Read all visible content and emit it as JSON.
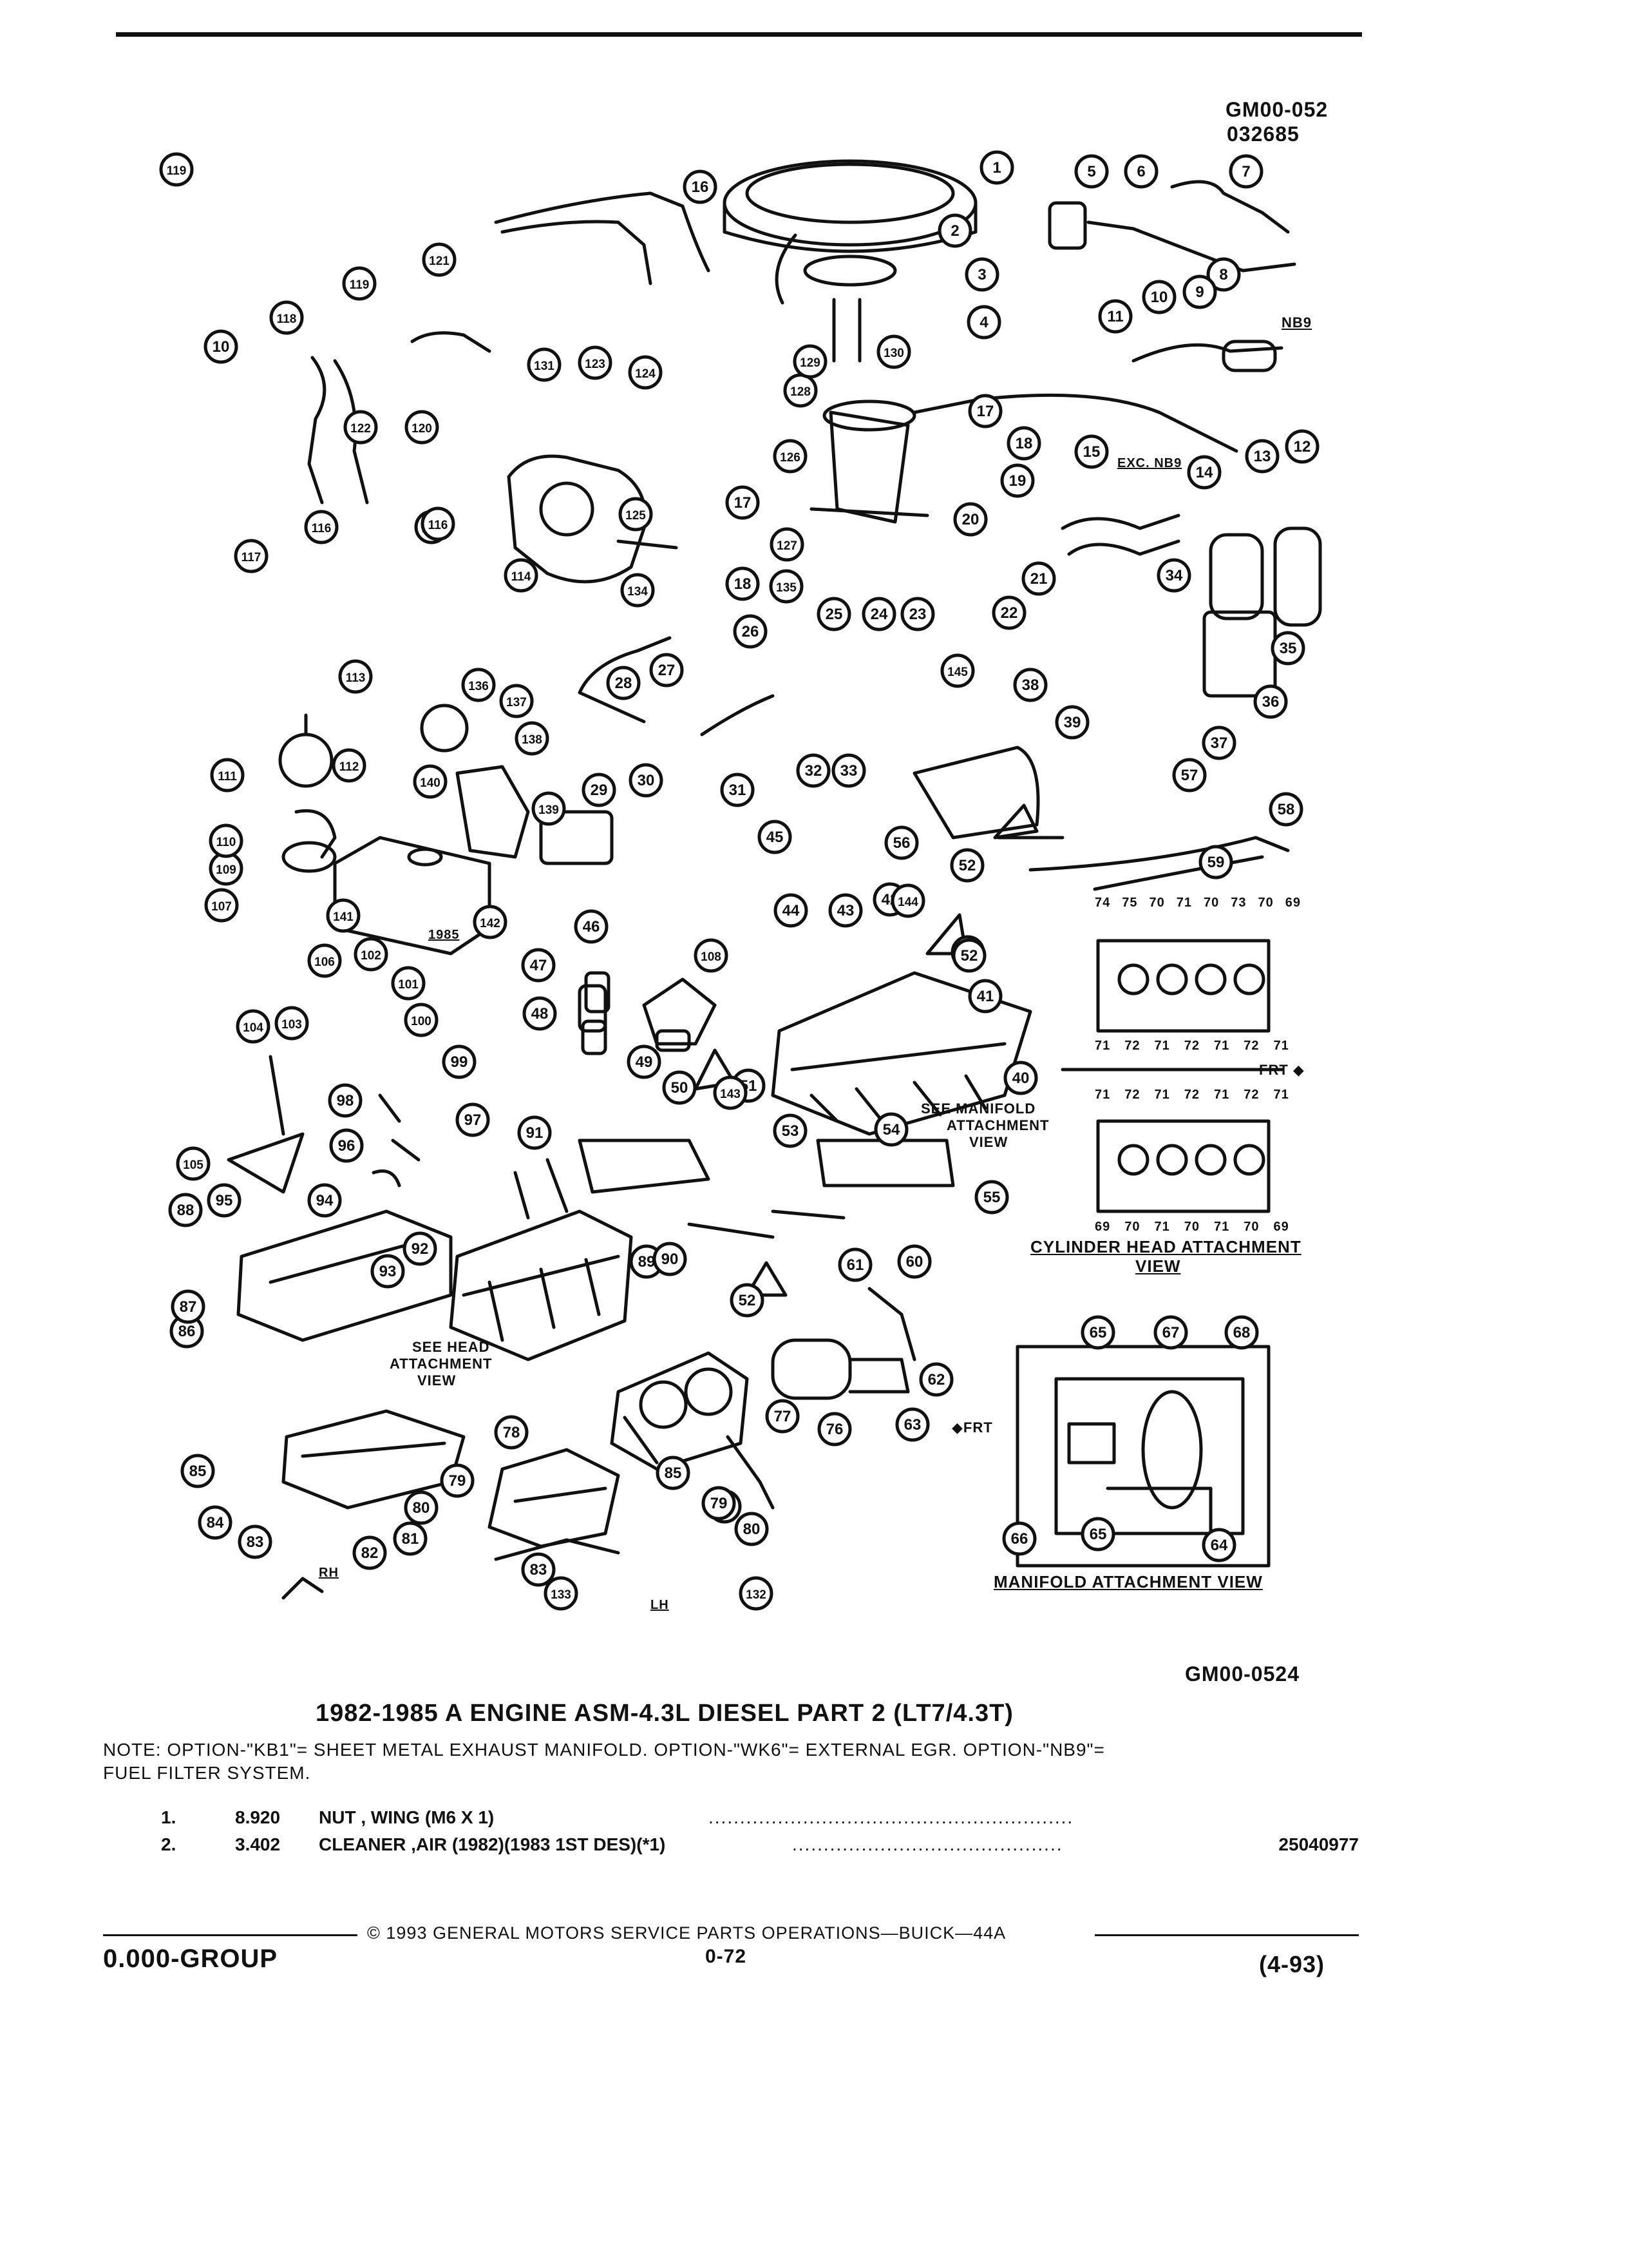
{
  "figure_codes": {
    "top_code_1": "GM00-052",
    "top_code_2": "032685",
    "bottom_code": "GM00-0524"
  },
  "callouts": [
    {
      "n": "1"
    },
    {
      "n": "2"
    },
    {
      "n": "3"
    },
    {
      "n": "4"
    },
    {
      "n": "5"
    },
    {
      "n": "6"
    },
    {
      "n": "7"
    },
    {
      "n": "8"
    },
    {
      "n": "9"
    },
    {
      "n": "10"
    },
    {
      "n": "10"
    },
    {
      "n": "11"
    },
    {
      "n": "12"
    },
    {
      "n": "13"
    },
    {
      "n": "14"
    },
    {
      "n": "15"
    },
    {
      "n": "16"
    },
    {
      "n": "17"
    },
    {
      "n": "17"
    },
    {
      "n": "18"
    },
    {
      "n": "18"
    },
    {
      "n": "19"
    },
    {
      "n": "20"
    },
    {
      "n": "21"
    },
    {
      "n": "22"
    },
    {
      "n": "23"
    },
    {
      "n": "24"
    },
    {
      "n": "25"
    },
    {
      "n": "26"
    },
    {
      "n": "27"
    },
    {
      "n": "28"
    },
    {
      "n": "29"
    },
    {
      "n": "30"
    },
    {
      "n": "31"
    },
    {
      "n": "32"
    },
    {
      "n": "33"
    },
    {
      "n": "34"
    },
    {
      "n": "35"
    },
    {
      "n": "36"
    },
    {
      "n": "37"
    },
    {
      "n": "38"
    },
    {
      "n": "39"
    },
    {
      "n": "40"
    },
    {
      "n": "41"
    },
    {
      "n": "42"
    },
    {
      "n": "43"
    },
    {
      "n": "44"
    },
    {
      "n": "45"
    },
    {
      "n": "46"
    },
    {
      "n": "47"
    },
    {
      "n": "48"
    },
    {
      "n": "49"
    },
    {
      "n": "50"
    },
    {
      "n": "51"
    },
    {
      "n": "52"
    },
    {
      "n": "52"
    },
    {
      "n": "52"
    },
    {
      "n": "52"
    },
    {
      "n": "53"
    },
    {
      "n": "54"
    },
    {
      "n": "55"
    },
    {
      "n": "56"
    },
    {
      "n": "57"
    },
    {
      "n": "58"
    },
    {
      "n": "59"
    },
    {
      "n": "60"
    },
    {
      "n": "61"
    },
    {
      "n": "62"
    },
    {
      "n": "63"
    },
    {
      "n": "64"
    },
    {
      "n": "65"
    },
    {
      "n": "65"
    },
    {
      "n": "66"
    },
    {
      "n": "67"
    },
    {
      "n": "68"
    },
    {
      "n": "76"
    },
    {
      "n": "77"
    },
    {
      "n": "78"
    },
    {
      "n": "79"
    },
    {
      "n": "79"
    },
    {
      "n": "79"
    },
    {
      "n": "80"
    },
    {
      "n": "80"
    },
    {
      "n": "81"
    },
    {
      "n": "82"
    },
    {
      "n": "83"
    },
    {
      "n": "83"
    },
    {
      "n": "84"
    },
    {
      "n": "85"
    },
    {
      "n": "85"
    },
    {
      "n": "86"
    },
    {
      "n": "87"
    },
    {
      "n": "88"
    },
    {
      "n": "89"
    },
    {
      "n": "90"
    },
    {
      "n": "91"
    },
    {
      "n": "92"
    },
    {
      "n": "93"
    },
    {
      "n": "94"
    },
    {
      "n": "95"
    },
    {
      "n": "96"
    },
    {
      "n": "97"
    },
    {
      "n": "98"
    },
    {
      "n": "99"
    },
    {
      "n": "100"
    },
    {
      "n": "101"
    },
    {
      "n": "102"
    },
    {
      "n": "103"
    },
    {
      "n": "104"
    },
    {
      "n": "105"
    },
    {
      "n": "106"
    },
    {
      "n": "107"
    },
    {
      "n": "108"
    },
    {
      "n": "109"
    },
    {
      "n": "110"
    },
    {
      "n": "111"
    },
    {
      "n": "112"
    },
    {
      "n": "113"
    },
    {
      "n": "114"
    },
    {
      "n": "115"
    },
    {
      "n": "116"
    },
    {
      "n": "116"
    },
    {
      "n": "117"
    },
    {
      "n": "118"
    },
    {
      "n": "119"
    },
    {
      "n": "119"
    },
    {
      "n": "120"
    },
    {
      "n": "121"
    },
    {
      "n": "122"
    },
    {
      "n": "123"
    },
    {
      "n": "124"
    },
    {
      "n": "125"
    },
    {
      "n": "126"
    },
    {
      "n": "127"
    },
    {
      "n": "128"
    },
    {
      "n": "129"
    },
    {
      "n": "130"
    },
    {
      "n": "131"
    },
    {
      "n": "132"
    },
    {
      "n": "133"
    },
    {
      "n": "134"
    },
    {
      "n": "135"
    },
    {
      "n": "136"
    },
    {
      "n": "137"
    },
    {
      "n": "138"
    },
    {
      "n": "139"
    },
    {
      "n": "140"
    },
    {
      "n": "141"
    },
    {
      "n": "142"
    },
    {
      "n": "143"
    },
    {
      "n": "144"
    },
    {
      "n": "145"
    }
  ],
  "labels": {
    "nb9": "NB9",
    "exc_nb9": "EXC. NB9",
    "year_1985": "1985",
    "see_manifold_1": "SEE MANIFOLD",
    "see_manifold_2": "ATTACHMENT",
    "see_manifold_3": "VIEW",
    "see_head_1": "SEE HEAD",
    "see_head_2": "ATTACHMENT",
    "see_head_3": "VIEW",
    "frt_right": "FRT",
    "frt_left": "FRT",
    "rh": "RH",
    "lh": "LH",
    "cylinder_head_title_1": "CYLINDER HEAD ATTACHMENT",
    "cylinder_head_title_2": "VIEW",
    "manifold_view_title": "MANIFOLD ATTACHMENT VIEW",
    "head_top_labels": [
      "74",
      "75",
      "70",
      "71",
      "70",
      "73",
      "70",
      "69"
    ],
    "head_top_bottom_labels": [
      "71",
      "72",
      "71",
      "72",
      "71",
      "72",
      "71"
    ],
    "head_bottom_top_labels": [
      "71",
      "72",
      "71",
      "72",
      "71",
      "72",
      "71"
    ],
    "head_bottom_bottom_labels": [
      "69",
      "70",
      "71",
      "70",
      "71",
      "70",
      "69"
    ]
  },
  "title": "1982-1985 A ENGINE ASM-4.3L DIESEL PART 2 (LT7/4.3T)",
  "note_line1": "NOTE:  OPTION-\"KB1\"= SHEET METAL EXHAUST MANIFOLD. OPTION-\"WK6\"= EXTERNAL EGR. OPTION-\"NB9\"=",
  "note_line2": "FUEL FILTER SYSTEM.",
  "parts_list": [
    {
      "item": "1.",
      "code": "8.920",
      "desc": "NUT , WING (M6 X 1)",
      "part_no": ""
    },
    {
      "item": "2.",
      "code": "3.402",
      "desc": "CLEANER ,AIR (1982)(1983 1ST DES)(*1)",
      "part_no": "25040977"
    }
  ],
  "footer": {
    "copyright": "© 1993  GENERAL MOTORS SERVICE PARTS OPERATIONS—BUICK—44A",
    "group": "0.000-GROUP",
    "page": "0-72",
    "date": "(4-93)"
  }
}
